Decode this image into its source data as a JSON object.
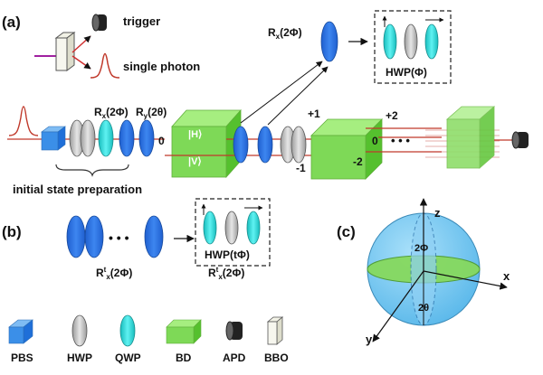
{
  "panels": {
    "a": "(a)",
    "b": "(b)",
    "c": "(c)"
  },
  "source": {
    "trigger": "trigger",
    "single_photon": "single photon"
  },
  "setup": {
    "rx_label": "R",
    "rx_sub": "x",
    "rx_arg": "(2Φ)",
    "ry_label": "R",
    "ry_sub": "y",
    "ry_arg": "(2θ)",
    "initial_state": "initial state preparation",
    "h_state": "|H⟩",
    "v_state": "|V⟩",
    "mode_0": "0",
    "mode_p1": "+1",
    "mode_m1": "-1",
    "mode_p2": "+2",
    "mode_m2": "-2",
    "mode_0b": "0",
    "ellipsis": "• • •"
  },
  "inset_a": {
    "r_label": "R",
    "r_sub": "x",
    "r_arg": "(2Φ)",
    "hwp": "HWP(Φ)"
  },
  "panel_b": {
    "ellipsis": "• • •",
    "left_r": "R",
    "left_sup": "t",
    "left_sub": "x",
    "left_arg": "(2Φ)",
    "hwp_t": "HWP(tΦ)",
    "right_r": "R",
    "right_sup": "t",
    "right_sub": "x",
    "right_arg": "(2Φ)"
  },
  "sphere": {
    "z": "z",
    "x": "x",
    "y": "y",
    "phi": "2Φ",
    "theta": "2θ"
  },
  "legend": [
    {
      "key": "pbs",
      "label": "PBS"
    },
    {
      "key": "hwp",
      "label": "HWP"
    },
    {
      "key": "qwp",
      "label": "QWP"
    },
    {
      "key": "bd",
      "label": "BD"
    },
    {
      "key": "apd",
      "label": "APD"
    },
    {
      "key": "bbo",
      "label": "BBO"
    }
  ],
  "colors": {
    "pbs": "#2f8fe8",
    "hwp": "#c8c8c8",
    "qwp": "#33dede",
    "bd": "#7ed957",
    "rot": "#2a6fe0",
    "beam": "#c0392b",
    "sphere": "#74c6f0"
  }
}
